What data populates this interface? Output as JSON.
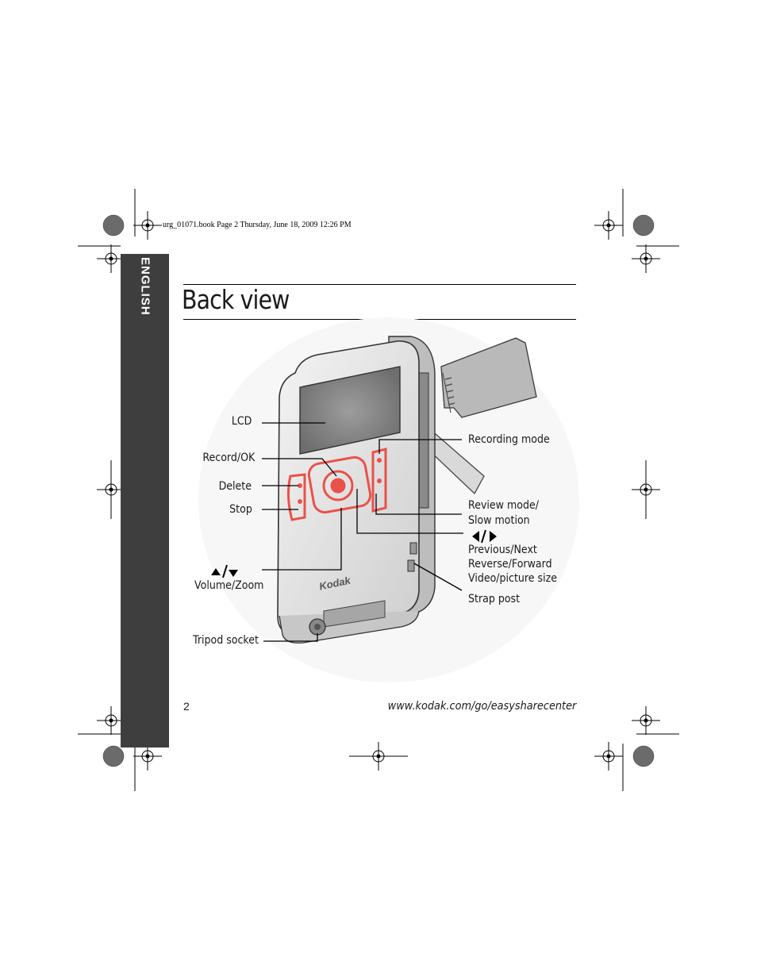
{
  "side_tab": {
    "label": "ENGLISH"
  },
  "print_header": "urg_01071.book  Page 2  Thursday, June 18, 2009  12:26 PM",
  "page": {
    "title": "Back view",
    "number": "2",
    "footer_url": "www.kodak.com/go/easysharecenter"
  },
  "callouts": {
    "lcd": "LCD",
    "record_ok": "Record/OK",
    "delete": "Delete",
    "stop": "Stop",
    "volume_zoom": "Volume/Zoom",
    "tripod_socket": "Tripod socket",
    "recording_mode": "Recording mode",
    "review_mode_1": "Review mode/",
    "review_mode_2": "Slow motion",
    "previous_next": "Previous/Next",
    "reverse_forward": "Reverse/Forward",
    "video_picture_size": "Video/picture size",
    "strap_post": "Strap post"
  },
  "camera": {
    "brand": "Kodak"
  },
  "colors": {
    "button_accent": "#e8524a",
    "side_tab": "#3e3e3e"
  }
}
